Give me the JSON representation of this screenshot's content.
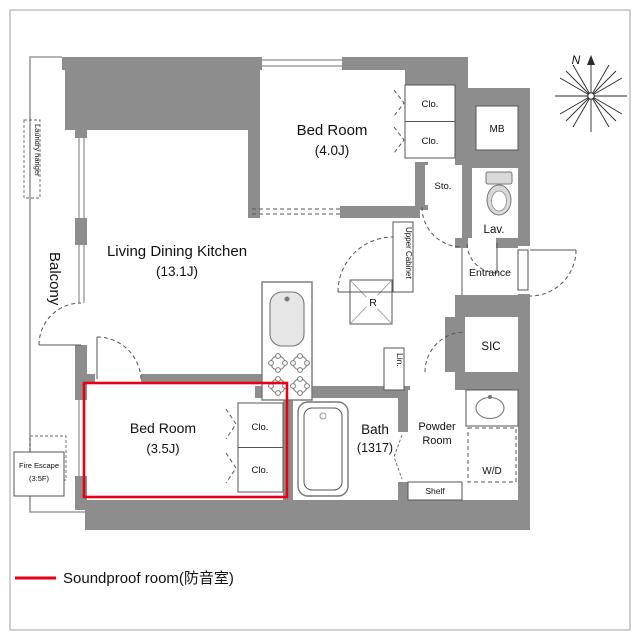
{
  "colors": {
    "wall": "#8d8d8d",
    "accent": "#e60012"
  },
  "compass": {
    "north_label": "N"
  },
  "legend": {
    "soundproof_label": "Soundproof room(防音室)"
  },
  "balcony": {
    "label": "Balcony",
    "laundry_label": "Laundry hanger",
    "fire_escape_name": "Fire Escape",
    "fire_escape_floors": "(3:5F)"
  },
  "rooms": {
    "ldk": {
      "name": "Living Dining Kitchen",
      "size": "(13.1J)"
    },
    "bedroom_main": {
      "name": "Bed Room",
      "size": "(4.0J)"
    },
    "bedroom_soundproof": {
      "name": "Bed Room",
      "size": "(3.5J)"
    },
    "bath": {
      "name": "Bath",
      "size": "(1317)"
    },
    "powder_room": {
      "line1": "Powder",
      "line2": "Room"
    },
    "lavatory": {
      "label": "Lav."
    },
    "entrance": {
      "label": "Entrance"
    },
    "sic": {
      "label": "SIC"
    },
    "storage": {
      "label": "Sto."
    },
    "meter_box": {
      "label": "MB"
    },
    "wd": {
      "label": "W/D"
    },
    "shelf": {
      "label": "Shelf"
    },
    "linen": {
      "label": "Lin."
    },
    "upper_cabinet": {
      "label": "Upper Cabinet"
    },
    "refrigerator": {
      "label": "R"
    },
    "closets": {
      "c1": "Clo.",
      "c2": "Clo.",
      "c3": "Clo.",
      "c4": "Clo."
    }
  }
}
